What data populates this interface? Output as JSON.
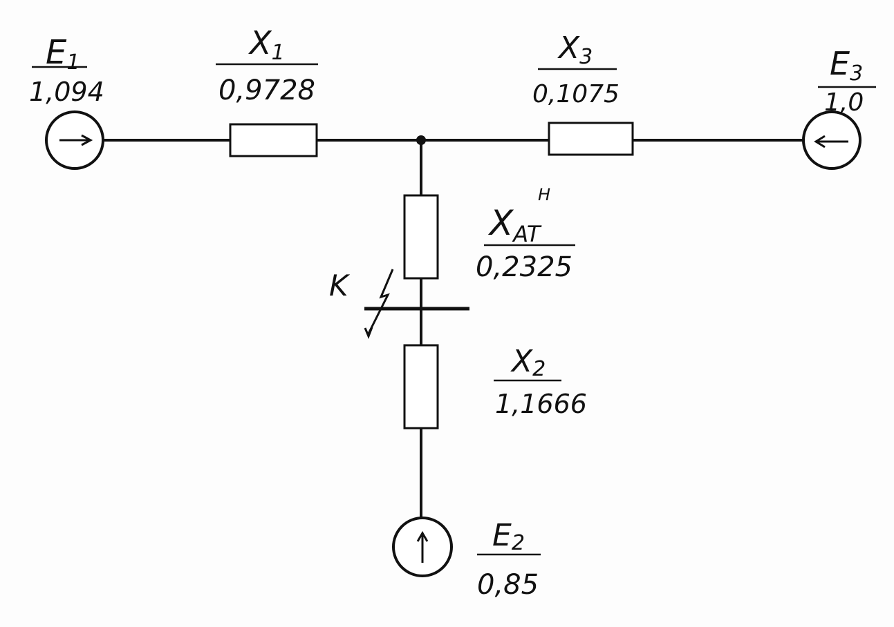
{
  "diagram": {
    "sources": [
      {
        "id": "E1",
        "name": "E",
        "sub": "1",
        "value": "1,094",
        "arrow": "right"
      },
      {
        "id": "E2",
        "name": "E",
        "sub": "2",
        "value": "0,85",
        "arrow": "up"
      },
      {
        "id": "E3",
        "name": "E",
        "sub": "3",
        "value": "1,0",
        "arrow": "left"
      }
    ],
    "reactances": [
      {
        "id": "X1",
        "name": "X",
        "sub": "1",
        "value": "0,9728"
      },
      {
        "id": "X3",
        "name": "X",
        "sub": "3",
        "value": "0,1075"
      },
      {
        "id": "XAT",
        "name": "X",
        "sub": "AT",
        "sup": "H",
        "value": "0,2325"
      },
      {
        "id": "X2",
        "name": "X",
        "sub": "2",
        "value": "1,1666"
      }
    ],
    "fault": {
      "label": "K"
    }
  }
}
